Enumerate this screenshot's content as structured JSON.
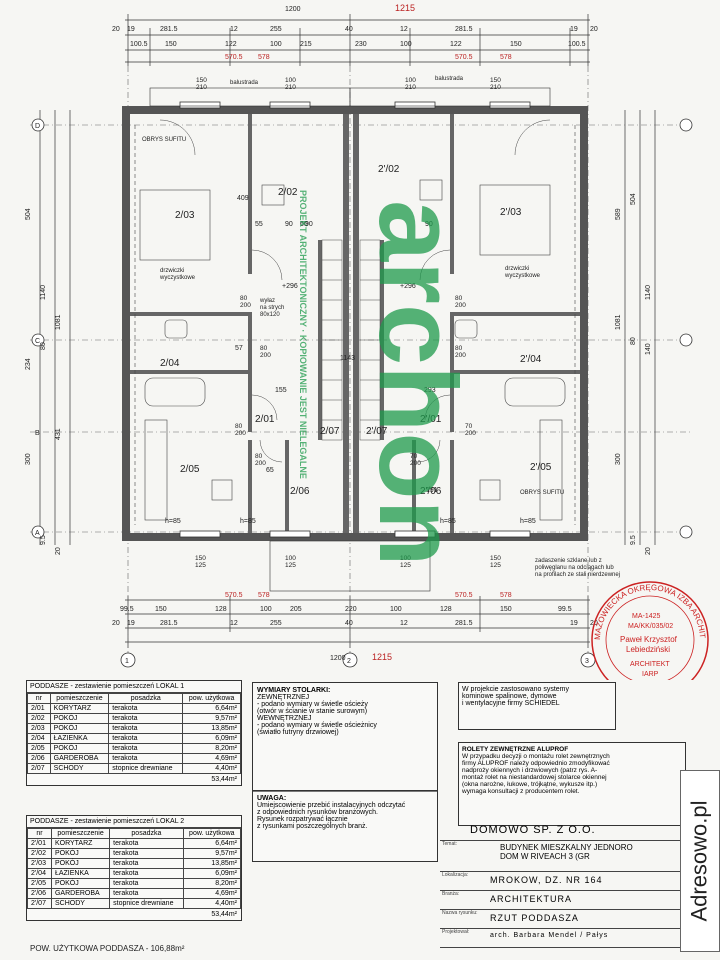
{
  "plan": {
    "dims_top_total": "1200",
    "dims_top_total_hand": "1215",
    "dims_top_row1": [
      "20",
      "19",
      "281.5",
      "12",
      "255",
      "40",
      "12",
      "281.5",
      "19",
      "20"
    ],
    "dims_top_row2": [
      "100.5",
      "150",
      "122",
      "100",
      "215",
      "230",
      "100",
      "122",
      "150",
      "100.5"
    ],
    "dims_top_row3": [
      "570.5",
      "578",
      "570.5",
      "578"
    ],
    "dims_bottom_row1": [
      "99.5",
      "150",
      "128",
      "100",
      "205",
      "220",
      "100",
      "128",
      "150",
      "99.5"
    ],
    "dims_bottom_row2": [
      "20",
      "19",
      "281.5",
      "12",
      "255",
      "40",
      "12",
      "281.5",
      "19",
      "20"
    ],
    "dims_bottom_row3": [
      "570.5",
      "578",
      "570.5",
      "578"
    ],
    "dims_bottom_total": "1200",
    "dims_bottom_total_hand": "1215",
    "dims_left": [
      "504",
      "1140",
      "1081",
      "234",
      "80",
      "431",
      "300",
      "9.5",
      "20"
    ],
    "dims_right": [
      "589",
      "504",
      "1140",
      "1081",
      "80",
      "140",
      "300",
      "9.5",
      "20"
    ],
    "axes": [
      "1",
      "2",
      "3",
      "D",
      "C",
      "B",
      "A"
    ],
    "balustrada": "balustrada",
    "obrys_sufitu": "OBRYS SUFITU",
    "drzwiczki": "drzwiczki\nwyczystkowe",
    "wylaz": "wyłaz\nna strych\n80x120",
    "rooms_left": [
      "2/02",
      "2/03",
      "2/04",
      "2/01",
      "2/05",
      "2/06",
      "2/07"
    ],
    "rooms_right": [
      "2'/02",
      "2'/03",
      "2'/04",
      "2'/01",
      "2'/05",
      "2'/06",
      "2'/07"
    ],
    "door_labels": [
      "150\n210",
      "100\n210",
      "100\n210",
      "150\n210",
      "80\n200",
      "80\n200",
      "80\n200",
      "80\n200",
      "80\n200",
      "80\n200",
      "70\n200",
      "70\n200",
      "150\n125",
      "100\n125",
      "100\n125",
      "150\n125"
    ],
    "heights": [
      "+296",
      "+296",
      "h=85",
      "h=85",
      "h=85",
      "h=85"
    ],
    "misc_nums": [
      "409",
      "55",
      "90",
      "90",
      "57",
      "155",
      "65",
      "191",
      "293",
      "1143",
      "60",
      "90"
    ],
    "glass_note": "zadaszenie szklane lub z\npoliwęglanu na odciągach lub\nna profilach ze stali nierdzewnej",
    "watermark_text": "archon",
    "watermark_vertical": "PROJEKT ARCHITEKTONICZNY · KOPIOWANIE JEST NIELEGALNE"
  },
  "stamp": {
    "ring_text": "MAZOWIECKA OKRĘGOWA IZBA ARCHITEKTÓW RP",
    "line1": "MA-1425",
    "line2": "MA/KK/035/02",
    "line3": "Paweł Krzysztof",
    "line4": "Lebiedziński",
    "line5": "ARCHITEKT",
    "line6": "IARP"
  },
  "table1": {
    "title": "PODDASZE - zestawienie pomieszczeń LOKAL 1",
    "headers": [
      "nr",
      "pomieszczenie",
      "posadzka",
      "pow. użytkowa"
    ],
    "rows": [
      [
        "2/01",
        "KORYTARZ",
        "terakota",
        "6,64m²"
      ],
      [
        "2/02",
        "POKÓJ",
        "terakota",
        "9,57m²"
      ],
      [
        "2/03",
        "POKÓJ",
        "terakota",
        "13,85m²"
      ],
      [
        "2/04",
        "ŁAZIENKA",
        "terakota",
        "6,09m²"
      ],
      [
        "2/05",
        "POKÓJ",
        "terakota",
        "8,20m²"
      ],
      [
        "2/06",
        "GARDEROBA",
        "terakota",
        "4,69m²"
      ],
      [
        "2/07",
        "SCHODY",
        "stopnice drewniane",
        "4,40m²"
      ]
    ],
    "total": "53,44m²"
  },
  "table2": {
    "title": "PODDASZE - zestawienie pomieszczeń LOKAL 2",
    "headers": [
      "nr",
      "pomieszczenie",
      "posadzka",
      "pow. użytkowa"
    ],
    "rows": [
      [
        "2'/01",
        "KORYTARZ",
        "terakota",
        "6,64m²"
      ],
      [
        "2'/02",
        "POKÓJ",
        "terakota",
        "9,57m²"
      ],
      [
        "2'/03",
        "POKÓJ",
        "terakota",
        "13,85m²"
      ],
      [
        "2'/04",
        "ŁAZIENKA",
        "terakota",
        "6,09m²"
      ],
      [
        "2'/05",
        "POKÓJ",
        "terakota",
        "8,20m²"
      ],
      [
        "2'/06",
        "GARDEROBA",
        "terakota",
        "4,69m²"
      ],
      [
        "2'/07",
        "SCHODY",
        "stopnice drewniane",
        "4,40m²"
      ]
    ],
    "total": "53,44m²"
  },
  "footer_total": "POW. UŻYTKOWA PODDASZA - 106,88m²",
  "notes": {
    "wymiary_title": "WYMIARY STOLARKI:",
    "zew": "ZEWNĘTRZNEJ",
    "zew1": "- podano wymiary w świetle ościeży",
    "zew2": "(otwór w ścianie w stanie surowym)",
    "wew": "WEWNĘTRZNEJ",
    "wew1": "- podano wymiary w świetle ościeżnicy",
    "wew2": "(światło futryny drzwiowej)",
    "uwaga_title": "UWAGA:",
    "uwaga1": "Umiejscowienie przebić instalacyjnych odczytać",
    "uwaga2": "z odpowiednich rysunków branżowych.",
    "uwaga3": "Rysunek rozpatrywać łącznie",
    "uwaga4": "z rysunkami poszczególnych branż.",
    "schiedel1": "W projekcie zastosowano systemy",
    "schiedel2": "kominowe spalinowe, dymowe",
    "schiedel3": "i wentylacyjne firmy SCHIEDEL",
    "rolety_title": "ROLETY ZEWNĘTRZNE ALUPROF",
    "rolety1": "W przypadku decyzji o montażu rolet zewnętrznych",
    "rolety2": "firmy ALUPROF należy odpowiednio zmodyfikować",
    "rolety3": "nadproży okiennych i drzwiowych (patrz rys. A-",
    "rolety4": "montaż rolet na niestandardowej stolarce okiennej",
    "rolety5": "(okna narożne, łukowe, trójkątne, wykusze itp.)",
    "rolety6": "wymaga konsultacji z producentem rolet."
  },
  "title_block": {
    "company": "DOMOWO SP. Z O.O.",
    "temat_lbl": "Temat:",
    "temat1": "BUDYNEK MIESZKALNY JEDNORO",
    "temat2": "DOM W RIVEACH 3 (GR",
    "lok_lbl": "Lokalizacja:",
    "lok": "MROKOW, DZ. NR 164",
    "branza_lbl": "Branża:",
    "branza": "ARCHITEKTURA",
    "rys_lbl": "Nazwa rysunku:",
    "rys": "RZUT PODDASZA",
    "proj_lbl": "Projektował:",
    "proj": "arch. Barbara Mendel / Pałys"
  },
  "side_watermark": "Adresowo.pl"
}
